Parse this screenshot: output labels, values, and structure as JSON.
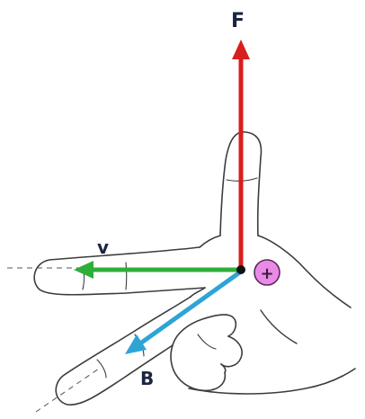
{
  "labels": {
    "force": "F",
    "velocity": "v",
    "field": "B",
    "charge": "+"
  },
  "colors": {
    "force": "#d81e1e",
    "velocity": "#2fae3a",
    "field": "#2ea4d6",
    "charge_fill": "#e98ae6",
    "charge_stroke": "#5a2a5a",
    "origin": "#111111",
    "outline": "#3c3c3c"
  },
  "icons": {
    "hand": "left-hand-outline",
    "charge": "positive-charge-icon"
  }
}
